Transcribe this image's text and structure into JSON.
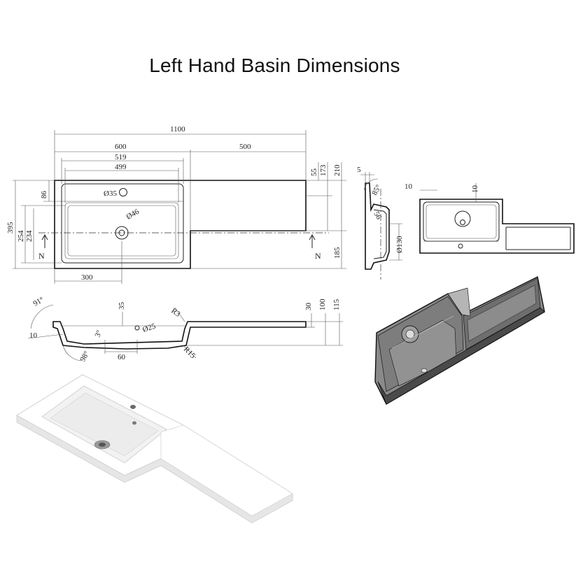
{
  "title": "Left Hand Basin Dimensions",
  "top_view": {
    "overall_width": "1100",
    "basin_width": "600",
    "shelf_width": "500",
    "inner_width_1": "519",
    "inner_width_2": "499",
    "overall_depth": "395",
    "depth_254": "254",
    "depth_234": "234",
    "tap_offset": "86",
    "tap_hole": "Ø35",
    "waste_hole": "Ø46",
    "waste_offset": "300",
    "right_55": "55",
    "right_173": "173",
    "right_210": "210",
    "right_185": "185",
    "section_left": "N",
    "section_right": "N"
  },
  "front_section": {
    "angle_91": "91°",
    "lip_10": "10",
    "angle_98": "98°",
    "slope_3": "3°",
    "rim_35": "35",
    "radius_r3": "R3",
    "overflow_d25": "Ø25",
    "waste_60": "60",
    "radius_r15": "R15",
    "height_30": "30",
    "height_100": "100",
    "height_115": "115"
  },
  "side_section": {
    "top_5": "5",
    "angle_85": "85°",
    "radius_56": "56",
    "diameter_130": "Ø130"
  },
  "small_top": {
    "edge_10_a": "10",
    "edge_10_b": "10"
  }
}
